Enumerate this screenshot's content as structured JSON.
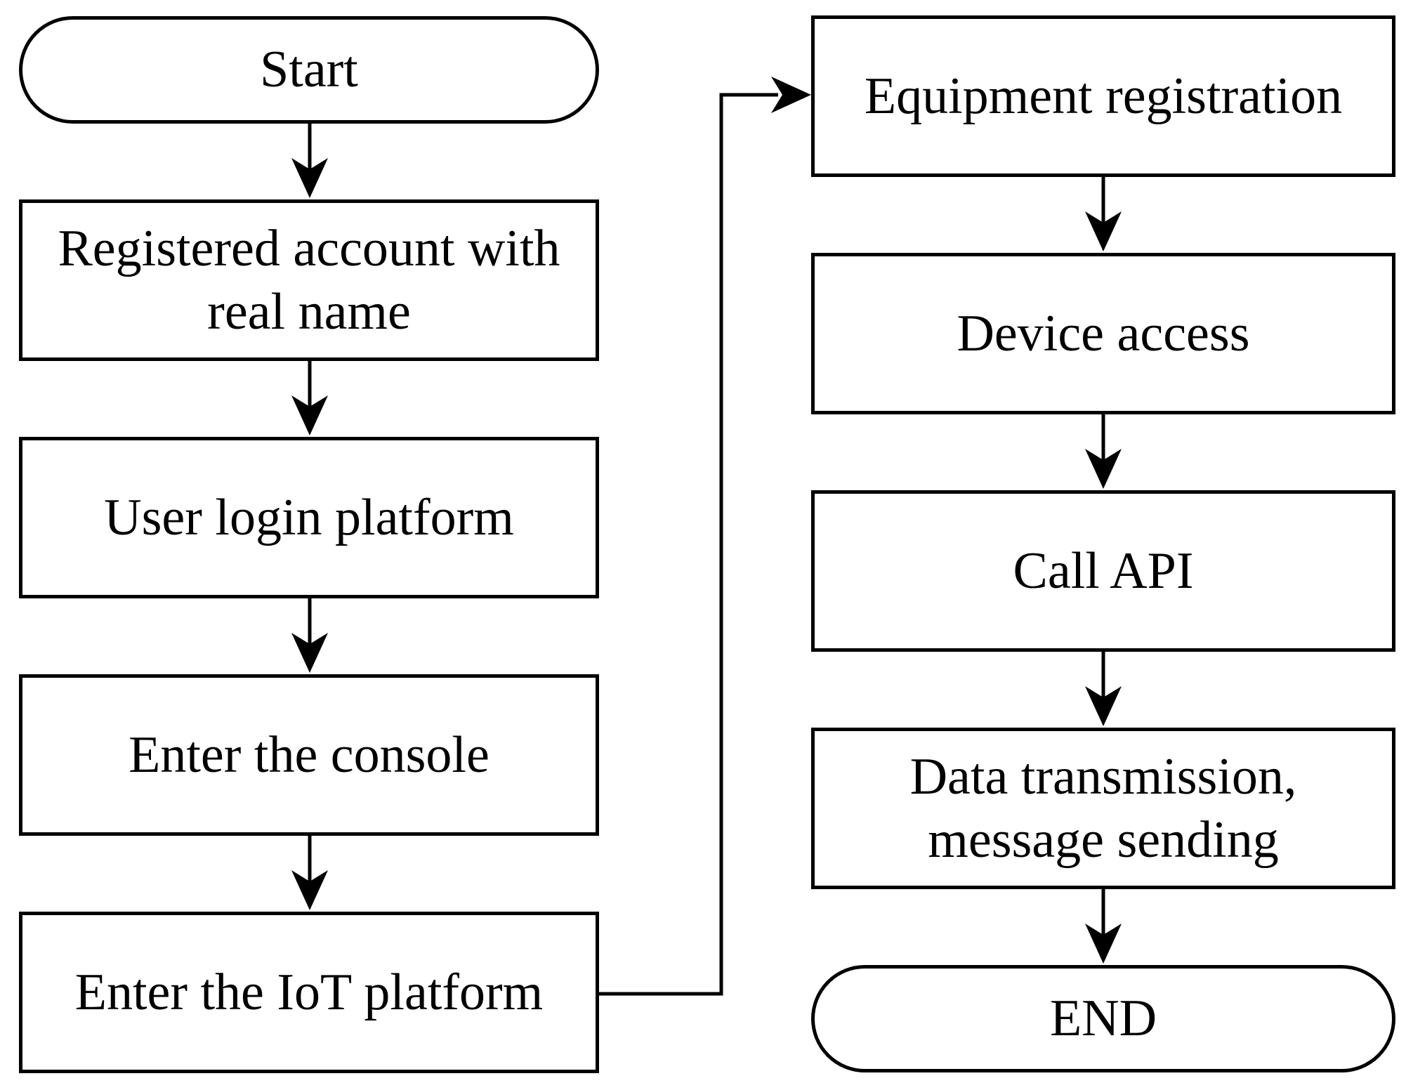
{
  "nodes": {
    "start": {
      "label": "Start"
    },
    "register": {
      "line1": "Registered account with",
      "line2": "real name"
    },
    "login": {
      "label": "User login platform"
    },
    "console": {
      "label": "Enter the console"
    },
    "iot": {
      "label": "Enter the IoT platform"
    },
    "equipment": {
      "label": "Equipment registration"
    },
    "device": {
      "label": "Device access"
    },
    "api": {
      "label": "Call API"
    },
    "data": {
      "line1": "Data transmission,",
      "line2": "message sending"
    },
    "end": {
      "label": "END"
    }
  }
}
